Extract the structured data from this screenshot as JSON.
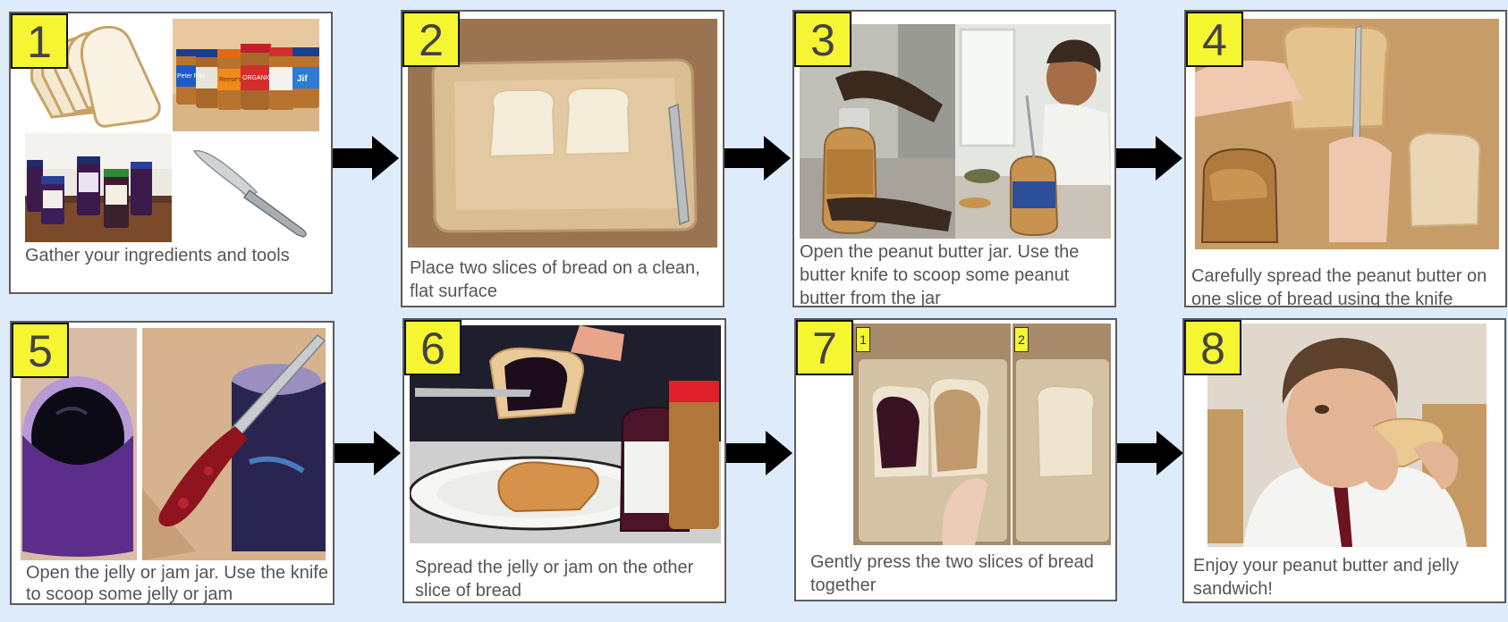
{
  "steps": [
    {
      "number": "1",
      "caption": "Gather your ingredients and tools"
    },
    {
      "number": "2",
      "caption": "Place two slices of bread on a clean, flat surface"
    },
    {
      "number": "3",
      "caption": "Open the peanut butter jar. Use the butter knife to scoop some peanut butter from the jar"
    },
    {
      "number": "4",
      "caption": "Carefully spread the peanut butter on one slice of bread using the knife"
    },
    {
      "number": "5",
      "caption": "Open the jelly or jam jar. Use the knife to scoop some jelly or jam"
    },
    {
      "number": "6",
      "caption": "Spread the jelly or jam on the other slice of bread"
    },
    {
      "number": "7",
      "caption": "Gently press the two slices of bread together",
      "sub_labels": [
        "1",
        "2"
      ]
    },
    {
      "number": "8",
      "caption": "Enjoy your peanut butter and jelly sandwich!"
    }
  ],
  "jar_labels": [
    "Peter Pan",
    "Reese's",
    "ORGANIC",
    "Jif"
  ],
  "colors": {
    "background": "#ddebfa",
    "badge": "#f5f532",
    "arrow": "#000000",
    "border": "#5c5c5c"
  }
}
